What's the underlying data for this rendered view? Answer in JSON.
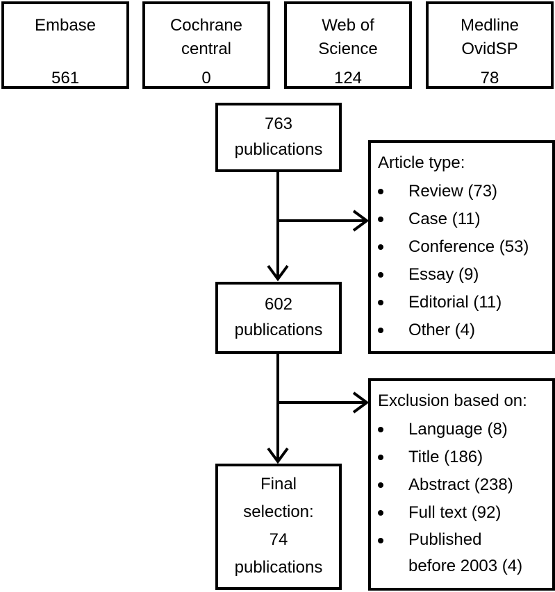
{
  "sources": [
    {
      "name": "Embase",
      "count": "561"
    },
    {
      "name": "Cochrane\ncentral",
      "count": "0"
    },
    {
      "name": "Web of\nScience",
      "count": "124"
    },
    {
      "name": "Medline\nOvidSP",
      "count": "78"
    }
  ],
  "stages": [
    {
      "count": "763",
      "label": "publications"
    },
    {
      "count": "602",
      "label": "publications"
    }
  ],
  "final": {
    "line1": "Final",
    "line2": "selection:",
    "count": "74",
    "label": "publications"
  },
  "article_type": {
    "header": "Article type:",
    "items": [
      "Review (73)",
      "Case (11)",
      "Conference (53)",
      "Essay (9)",
      "Editorial (11)",
      "Other (4)"
    ]
  },
  "exclusion": {
    "header": "Exclusion based on:",
    "items": [
      "Language (8)",
      "Title (186)",
      "Abstract (238)",
      "Full text (92)",
      "Published\nbefore 2003 (4)"
    ]
  }
}
